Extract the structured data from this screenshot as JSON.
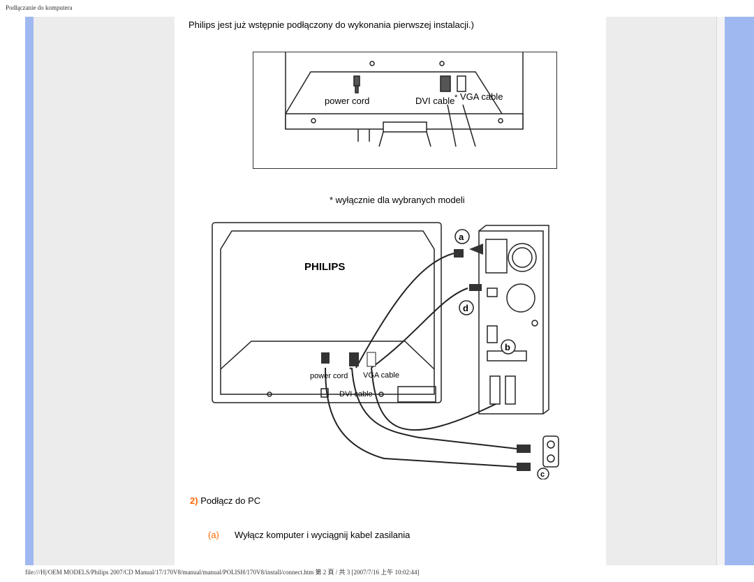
{
  "header": {
    "title": "Podłączanie do komputera"
  },
  "content": {
    "intro": "Philips jest już wstępnie podłączony do wykonania pierwszej instalacji.)",
    "note": "* wyłącznie dla wybranych modeli",
    "step": {
      "number": "2)",
      "text": "Podłącz do PC"
    },
    "substep": {
      "letter": "(a)",
      "text": "Wyłącz komputer i wyciągnij kabel zasilania"
    }
  },
  "figure1": {
    "labels": {
      "power_cord": "power cord",
      "dvi_cable": "DVI cable",
      "asterisk": "*",
      "vga_cable": "VGA cable"
    }
  },
  "figure2": {
    "brand": "PHILIPS",
    "labels": {
      "power_cord": "power cord",
      "asterisk": "*",
      "vga_cable": "VGA cable",
      "dvi_cable": "DVI cable"
    },
    "callouts": {
      "a": "a",
      "b": "b",
      "c": "c",
      "d": "d"
    }
  },
  "footer": {
    "path": "file:///H|/OEM MODELS/Philips 2007/CD Manual/17/170V8/manual/manual/POLISH/170V8/install/connect.htm 第 2 頁 / 共 3 [2007/7/16 上午 10:02:44]"
  }
}
